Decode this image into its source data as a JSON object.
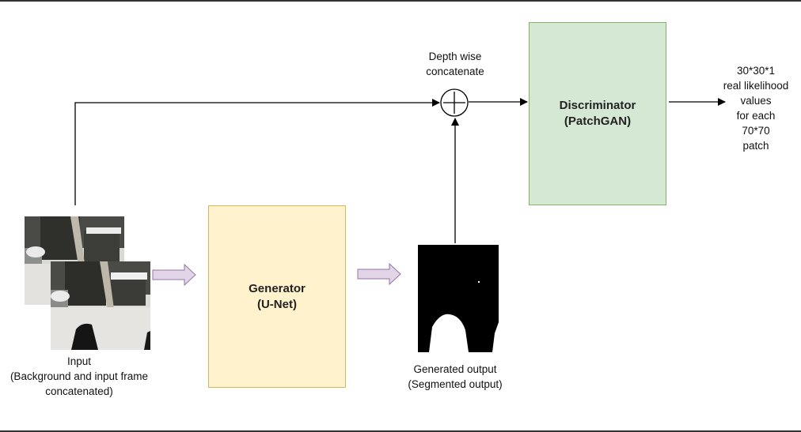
{
  "generator": {
    "title": "Generator",
    "subtitle": "(U-Net)"
  },
  "discriminator": {
    "title": "Discriminator",
    "subtitle": "(PatchGAN)"
  },
  "concat": {
    "line1": "Depth wise",
    "line2": "concatenate"
  },
  "input": {
    "line1": "Input",
    "line2": "(Background and input frame",
    "line3": "concatenated)"
  },
  "generated_output": {
    "line1": "Generated output",
    "line2": "(Segmented output)"
  },
  "result": {
    "lines": [
      "30*30*1",
      "real likelihood",
      "values",
      "for each",
      "70*70",
      "patch"
    ]
  },
  "colors": {
    "generator_fill": "#fff2cc",
    "generator_border": "#d6b656",
    "discriminator_fill": "#d5e8d4",
    "discriminator_border": "#82b366",
    "block_arrow": "#e1d5e7"
  },
  "icons": {
    "concat_node": "plus-circle-icon"
  }
}
